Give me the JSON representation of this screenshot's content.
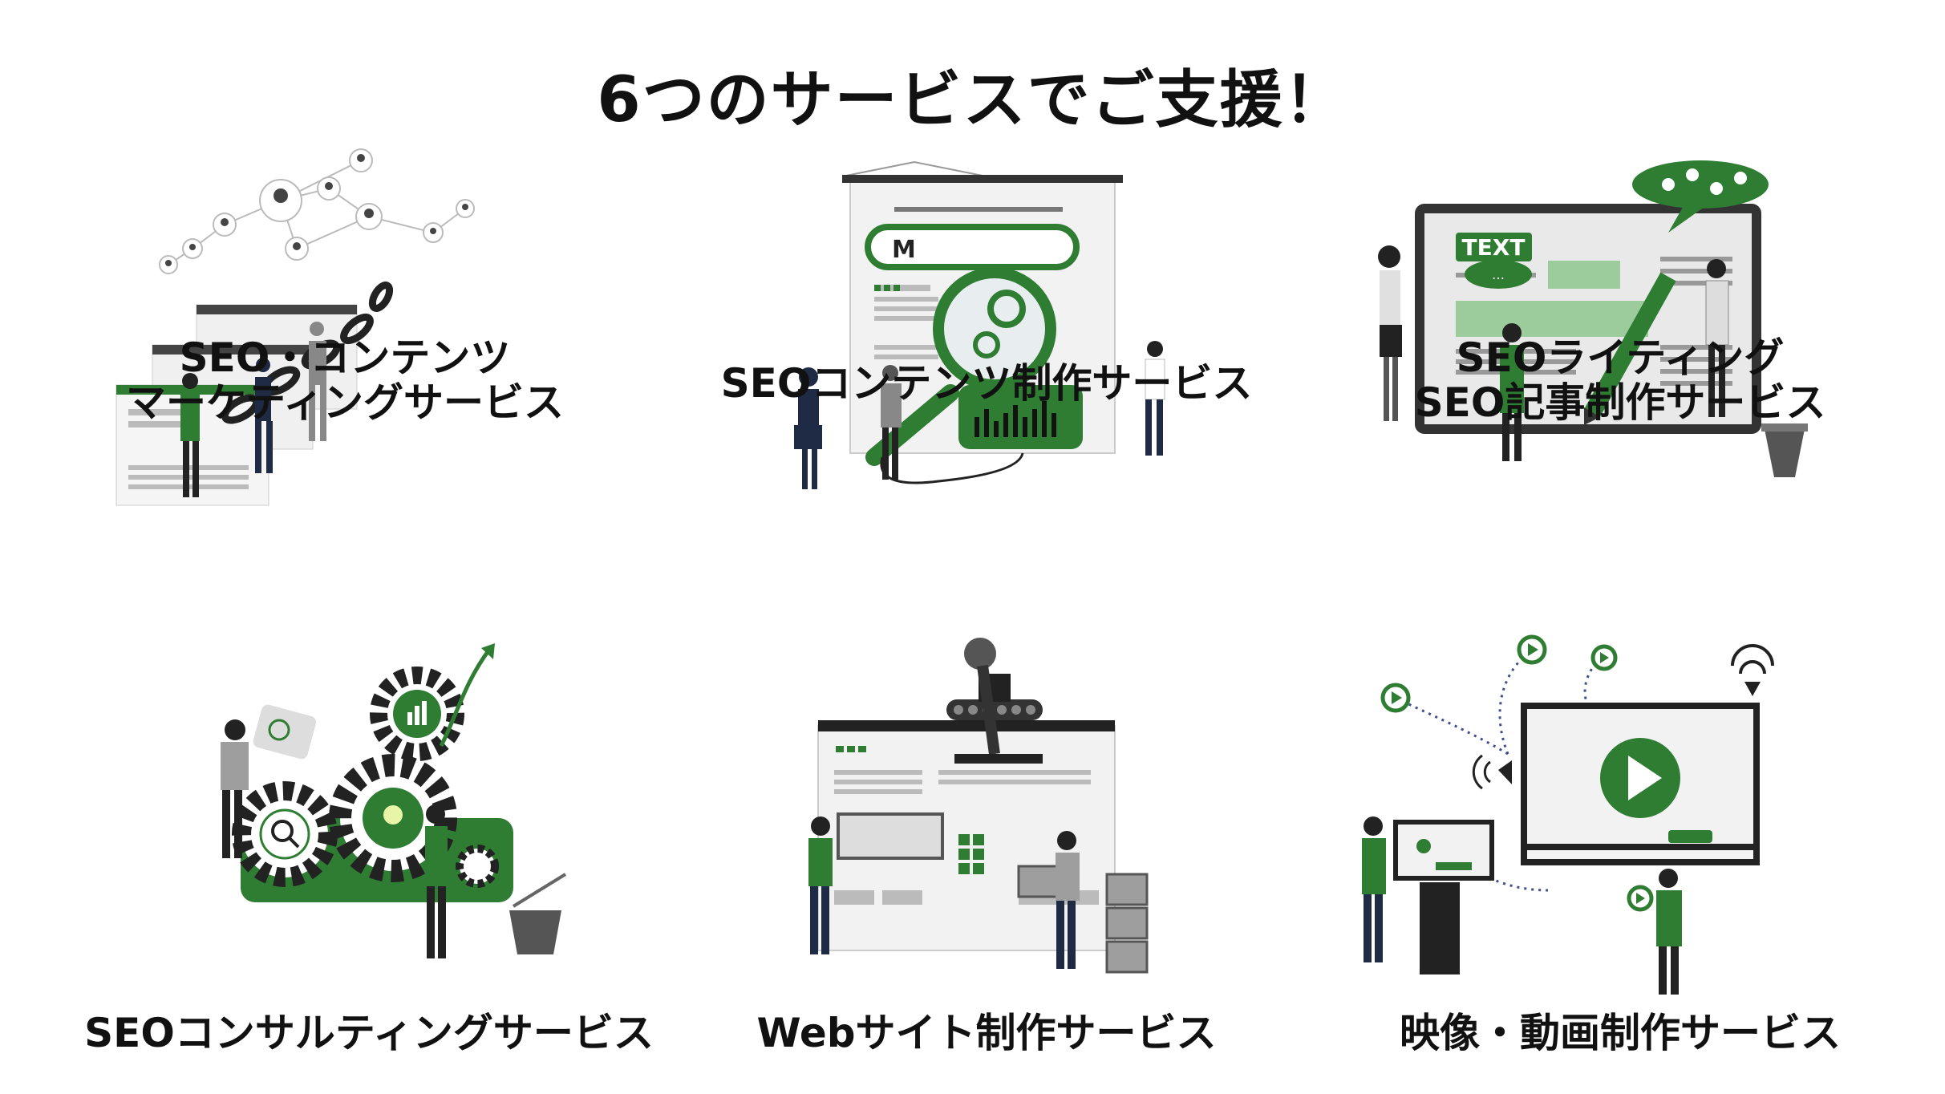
{
  "title": "6つのサービスでご支援！",
  "colors": {
    "accent": "#2e7d32",
    "accent_light": "#9ccc9c",
    "dark": "#222222",
    "grey": "#9e9e9e",
    "panel": "#f2f2f2"
  },
  "services": [
    {
      "lines": [
        "SEO・コンテンツ",
        "マーケティングサービス"
      ],
      "icon": "link-building-network-illustration"
    },
    {
      "lines": [
        "SEOコンテンツ制作サービス"
      ],
      "icon": "magnifier-search-presentation-illustration",
      "search_text": "M"
    },
    {
      "lines": [
        "SEOライティング",
        "SEO記事制作サービス"
      ],
      "icon": "writing-board-pencil-illustration",
      "board_text": "TEXT"
    },
    {
      "lines": [
        "SEOコンサルティングサービス"
      ],
      "icon": "gears-consulting-illustration"
    },
    {
      "lines": [
        "Webサイト制作サービス"
      ],
      "icon": "website-robot-arm-illustration"
    },
    {
      "lines": [
        "映像・動画制作サービス"
      ],
      "icon": "video-play-screen-illustration"
    }
  ]
}
